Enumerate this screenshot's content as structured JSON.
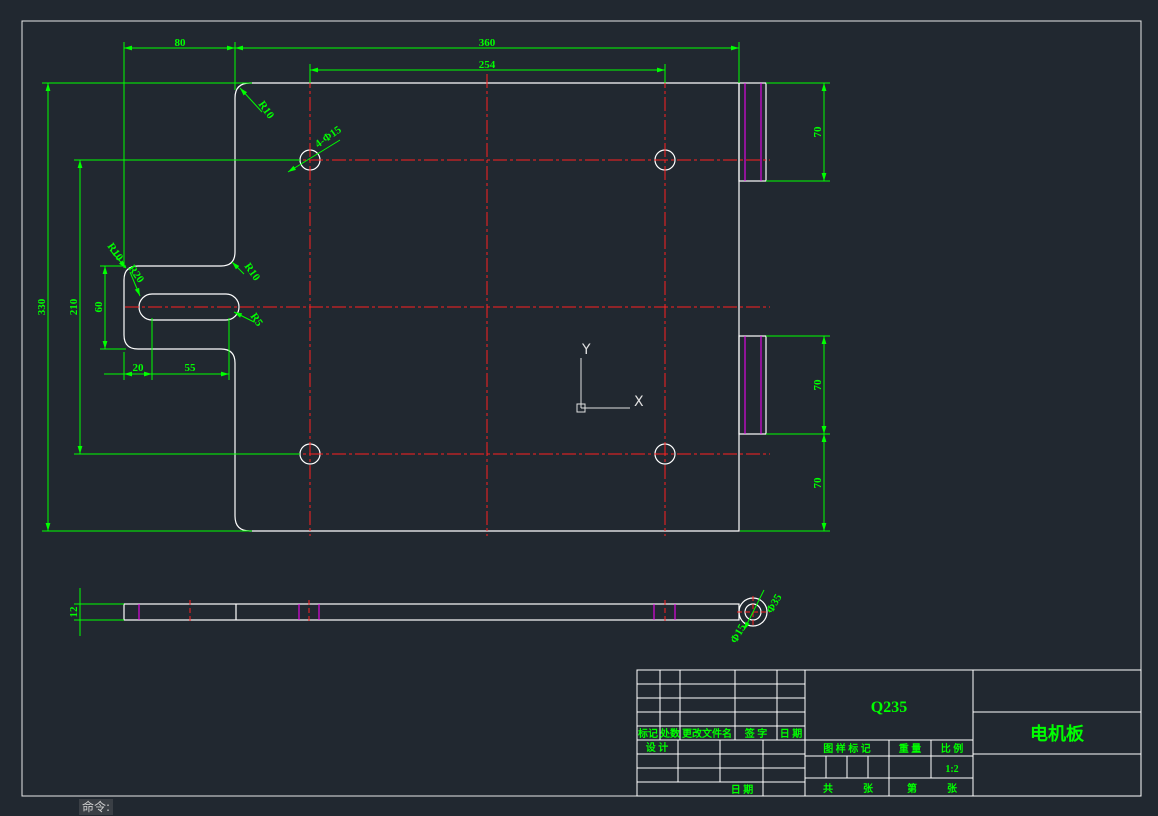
{
  "dimensions": {
    "d80": "80",
    "d360": "360",
    "d254": "254",
    "d330": "330",
    "d210": "210",
    "d60": "60",
    "d20": "20",
    "d55": "55",
    "d70a": "70",
    "d70b": "70",
    "d70c": "70",
    "d12": "12",
    "r10a": "R10",
    "r10b": "R10",
    "r10c": "R10",
    "hole": "4-Φ15",
    "r20": "R20",
    "r5": "R5",
    "phi35": "Φ35",
    "phi15": "Φ15"
  },
  "ucs": {
    "y": "Y",
    "x": "X"
  },
  "title_block": {
    "material": "Q235",
    "part_name": "电机板",
    "headers": [
      "标记",
      "处数",
      "更改文件名",
      "签 字",
      "日 期"
    ],
    "design": "设 计",
    "date": "日 期",
    "stage_mark": "图 样 标 记",
    "weight": "重 量",
    "scale_label": "比 例",
    "scale": "1:2",
    "total": "共",
    "sheet_word": "张",
    "page": "第",
    "sheet_word2": "张"
  },
  "command": {
    "prompt": "命令:"
  },
  "colors": {
    "outline": "#ffffff",
    "dimension": "#00ff00",
    "centerline": "#ff0000",
    "hidden": "#ff00ff",
    "background": "#212830"
  }
}
